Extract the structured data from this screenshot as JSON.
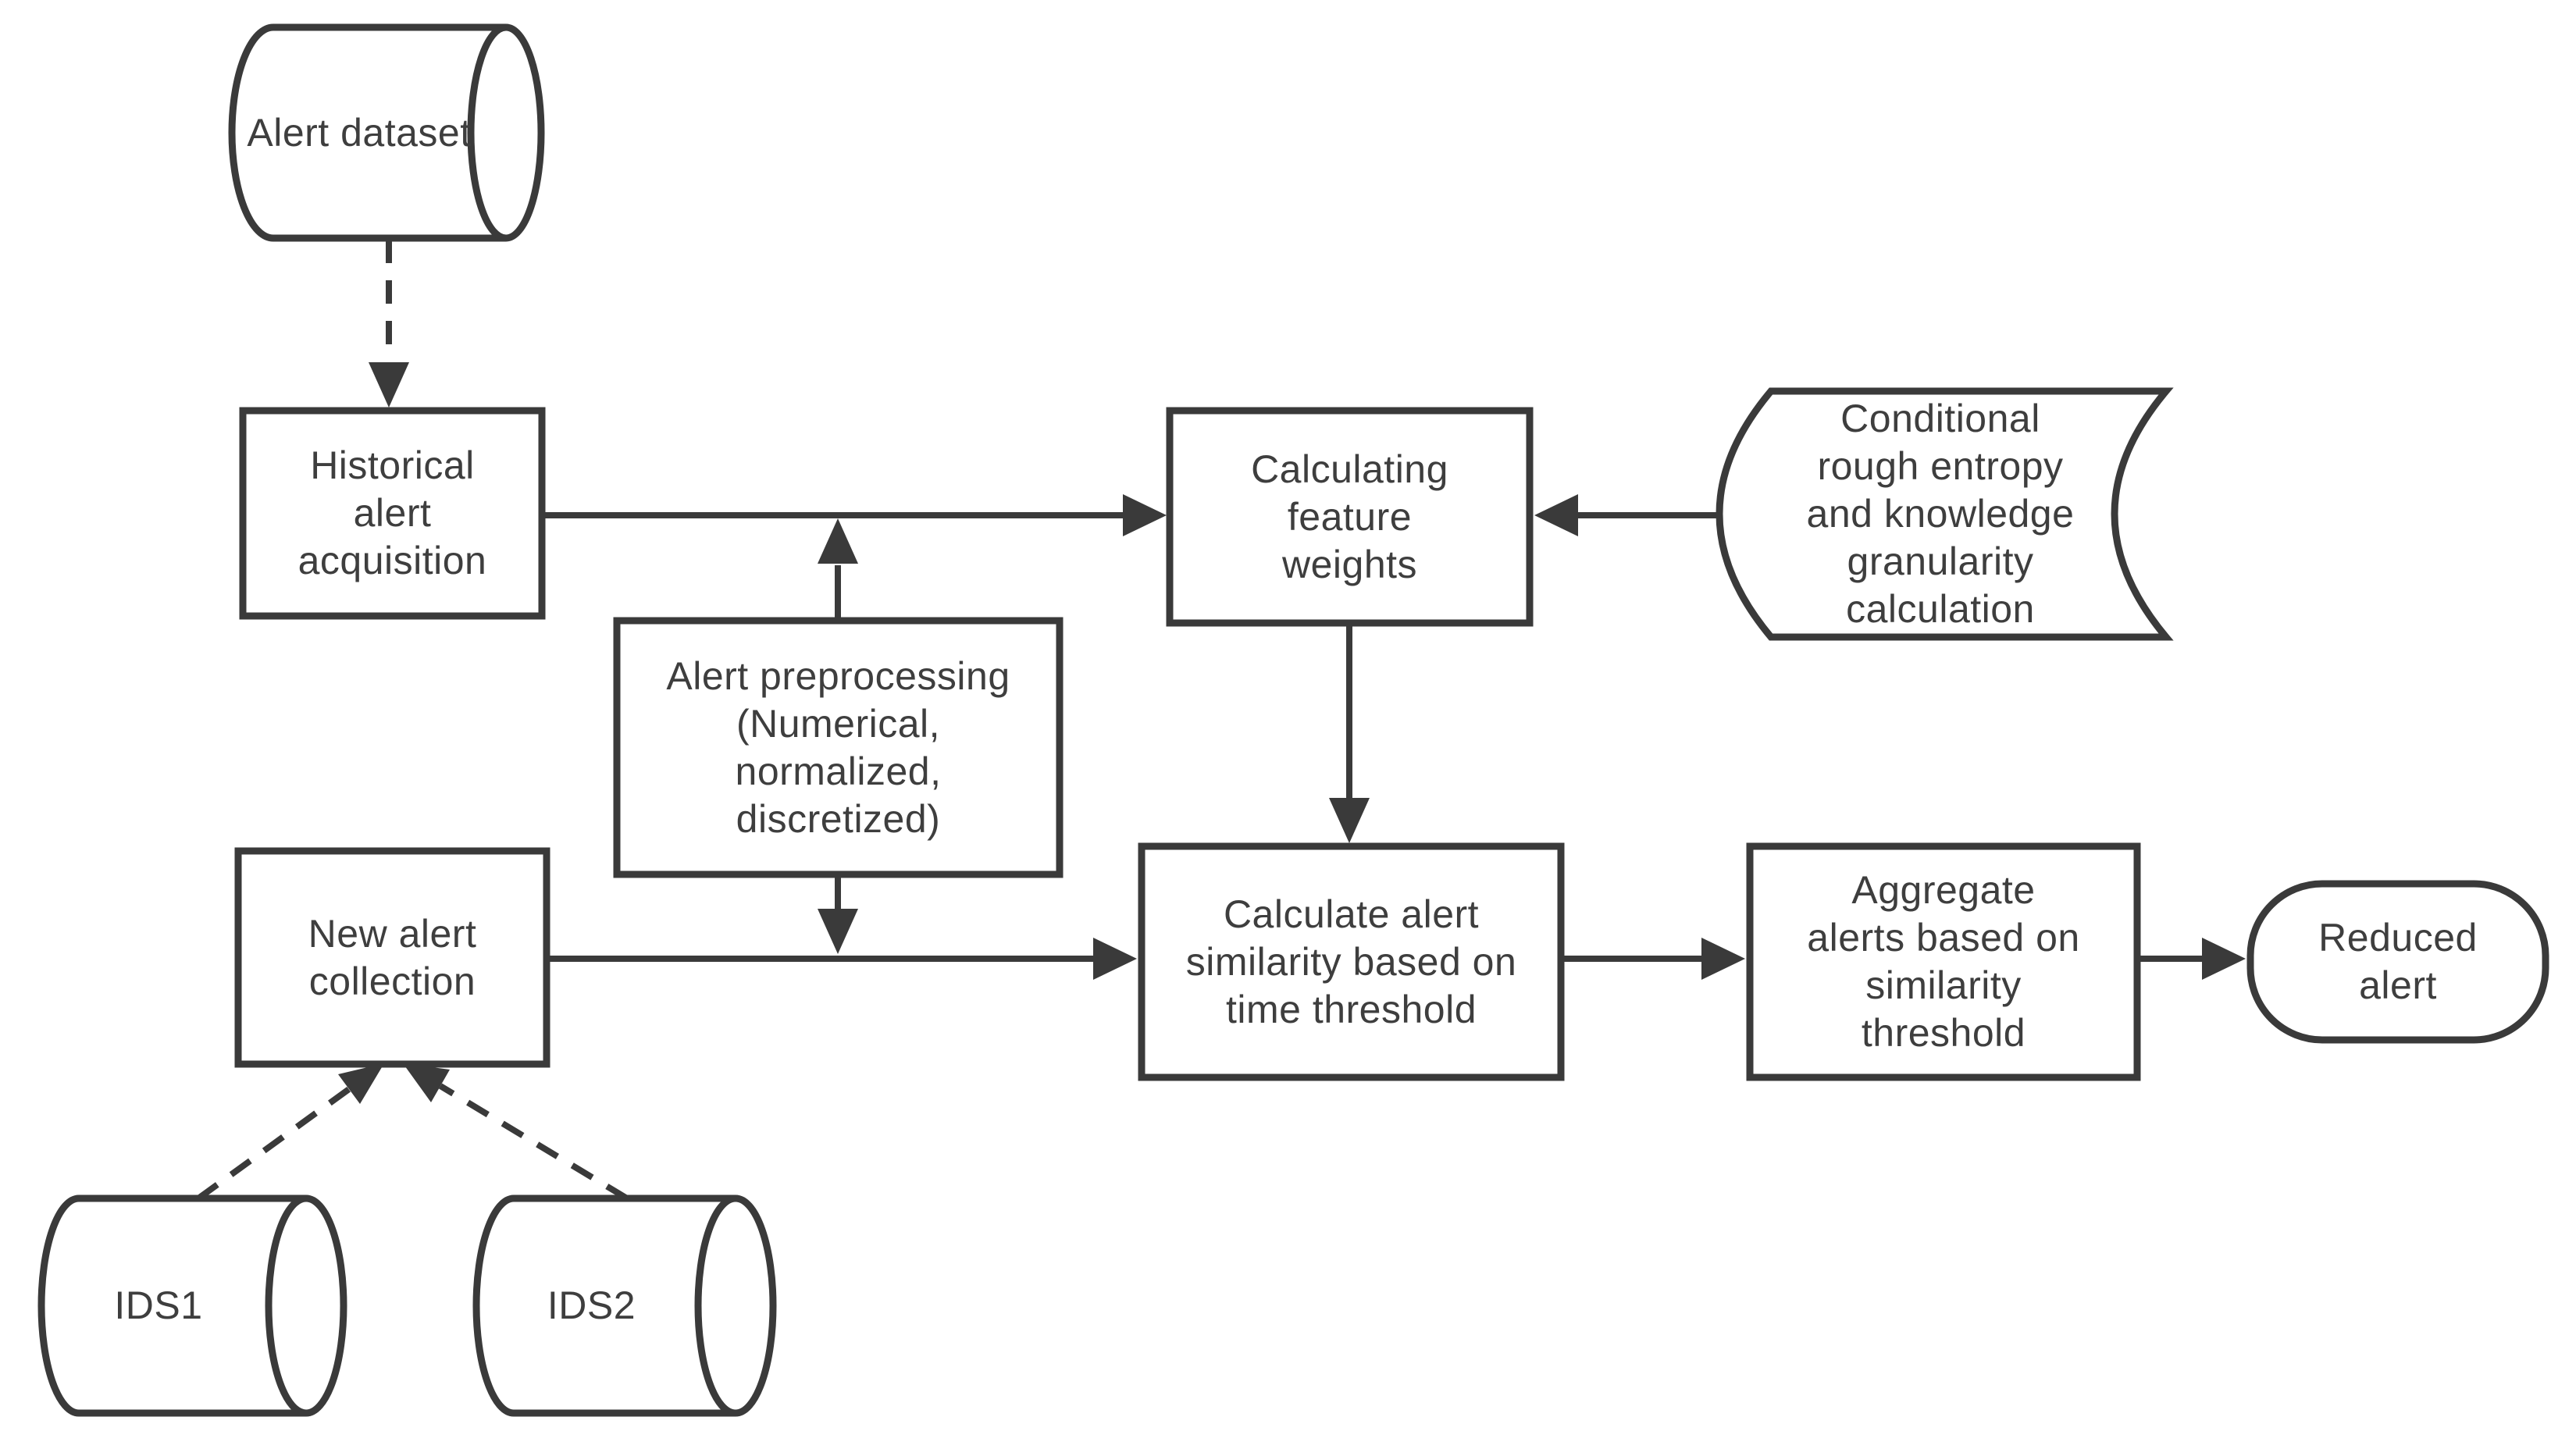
{
  "colors": {
    "stroke": "#3a3a3a",
    "text": "#3e3e3e",
    "background": "#ffffff"
  },
  "nodes": {
    "alert_dataset": {
      "label": "Alert dataset",
      "shape": "cylinder"
    },
    "historical": {
      "label": "Historical\nalert\nacquisition",
      "shape": "process"
    },
    "preprocessing": {
      "label": "Alert preprocessing\n(Numerical,\nnormalized,\ndiscretized)",
      "shape": "process"
    },
    "calculating": {
      "label": "Calculating\nfeature\nweights",
      "shape": "process"
    },
    "conditional": {
      "label": "Conditional\nrough entropy\nand knowledge\ngranularity\ncalculation",
      "shape": "stored-data"
    },
    "new_alert": {
      "label": "New alert\ncollection",
      "shape": "process"
    },
    "calc_similarity": {
      "label": "Calculate alert\nsimilarity based on\ntime threshold",
      "shape": "process"
    },
    "aggregate": {
      "label": "Aggregate\nalerts based on\nsimilarity\nthreshold",
      "shape": "process"
    },
    "reduced": {
      "label": "Reduced\nalert",
      "shape": "terminator"
    },
    "ids1": {
      "label": "IDS1",
      "shape": "cylinder"
    },
    "ids2": {
      "label": "IDS2",
      "shape": "cylinder"
    }
  },
  "edges": [
    {
      "from": "alert_dataset",
      "to": "historical",
      "style": "dashed",
      "arrow": "down"
    },
    {
      "from": "historical",
      "to": "calculating",
      "style": "solid",
      "arrow": "right"
    },
    {
      "from": "preprocessing",
      "to": "historical_calculating_line",
      "style": "solid",
      "arrow": "up"
    },
    {
      "from": "conditional",
      "to": "calculating",
      "style": "solid",
      "arrow": "left"
    },
    {
      "from": "calculating",
      "to": "calc_similarity",
      "style": "solid",
      "arrow": "down"
    },
    {
      "from": "new_alert",
      "to": "calc_similarity",
      "style": "solid",
      "arrow": "right"
    },
    {
      "from": "preprocessing",
      "to": "new_alert_similarity_line",
      "style": "solid",
      "arrow": "down"
    },
    {
      "from": "calc_similarity",
      "to": "aggregate",
      "style": "solid",
      "arrow": "right"
    },
    {
      "from": "aggregate",
      "to": "reduced",
      "style": "solid",
      "arrow": "right"
    },
    {
      "from": "ids1",
      "to": "new_alert",
      "style": "dashed",
      "arrow": "up-right"
    },
    {
      "from": "ids2",
      "to": "new_alert",
      "style": "dashed",
      "arrow": "up-left"
    }
  ]
}
